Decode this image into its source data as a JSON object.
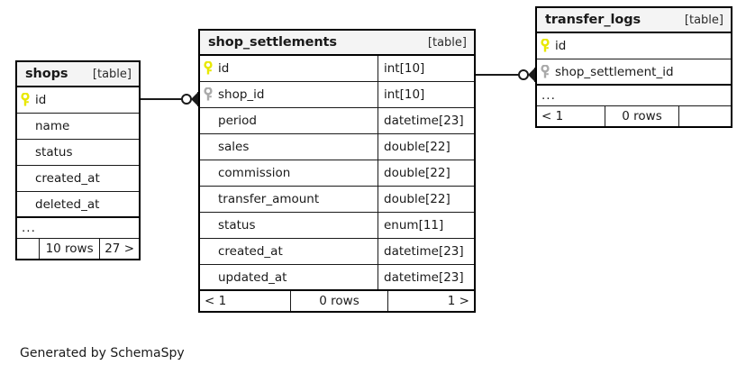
{
  "diagram": {
    "generator_note": "Generated by SchemaSpy",
    "background": "#ffffff",
    "line_color": "#1a1a1a",
    "pk_key_color": "#e8e800",
    "fk_key_color": "#a9a9a9",
    "header_background": "#f4f4f4",
    "table_tag": "[table]"
  },
  "tables": {
    "shops": {
      "name": "shops",
      "tag": "[table]",
      "columns": [
        {
          "name": "id",
          "type": "",
          "key": "primary"
        },
        {
          "name": "name",
          "type": "",
          "key": "none"
        },
        {
          "name": "status",
          "type": "",
          "key": "none"
        },
        {
          "name": "created_at",
          "type": "",
          "key": "none"
        },
        {
          "name": "deleted_at",
          "type": "",
          "key": "none"
        }
      ],
      "more_indicator": "...",
      "footer": {
        "prev": "",
        "rows": "10 rows",
        "next": "27 >"
      }
    },
    "shop_settlements": {
      "name": "shop_settlements",
      "tag": "[table]",
      "columns": [
        {
          "name": "id",
          "type": "int[10]",
          "key": "primary"
        },
        {
          "name": "shop_id",
          "type": "int[10]",
          "key": "foreign"
        },
        {
          "name": "period",
          "type": "datetime[23]",
          "key": "none"
        },
        {
          "name": "sales",
          "type": "double[22]",
          "key": "none"
        },
        {
          "name": "commission",
          "type": "double[22]",
          "key": "none"
        },
        {
          "name": "transfer_amount",
          "type": "double[22]",
          "key": "none"
        },
        {
          "name": "status",
          "type": "enum[11]",
          "key": "none"
        },
        {
          "name": "created_at",
          "type": "datetime[23]",
          "key": "none"
        },
        {
          "name": "updated_at",
          "type": "datetime[23]",
          "key": "none"
        }
      ],
      "more_indicator": "",
      "footer": {
        "prev": "< 1",
        "rows": "0 rows",
        "next": "1 >"
      }
    },
    "transfer_logs": {
      "name": "transfer_logs",
      "tag": "[table]",
      "columns": [
        {
          "name": "id",
          "type": "",
          "key": "primary"
        },
        {
          "name": "shop_settlement_id",
          "type": "",
          "key": "foreign"
        }
      ],
      "more_indicator": "...",
      "footer": {
        "prev": "< 1",
        "rows": "0 rows",
        "next": ""
      }
    }
  },
  "relationships": [
    {
      "from_table": "shops",
      "from_column": "id",
      "to_table": "shop_settlements",
      "to_column": "shop_id",
      "from_cardinality": "one",
      "to_cardinality": "many"
    },
    {
      "from_table": "shop_settlements",
      "from_column": "id",
      "to_table": "transfer_logs",
      "to_column": "shop_settlement_id",
      "from_cardinality": "one",
      "to_cardinality": "many"
    }
  ]
}
